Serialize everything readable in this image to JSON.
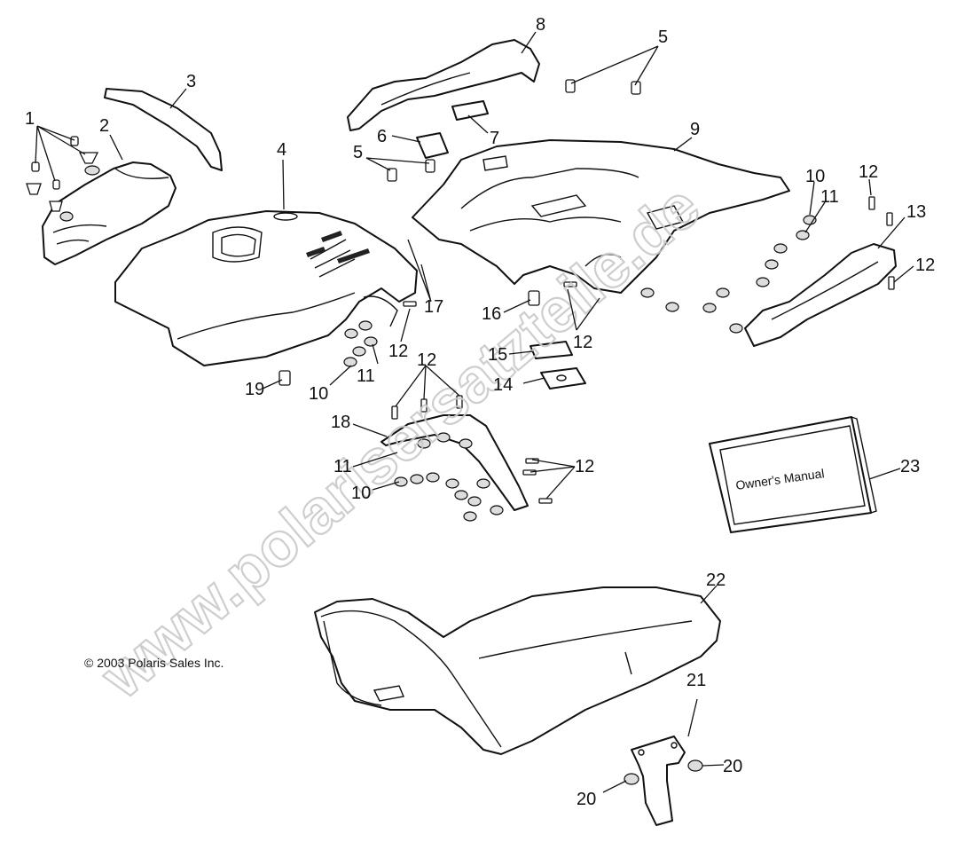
{
  "copyright": "© 2003 Polaris Sales Inc.",
  "manual_label": "Owner's Manual",
  "watermark": "www.polarisersatzteile.de",
  "callouts": {
    "c1": "1",
    "c2": "2",
    "c3": "3",
    "c4": "4",
    "c5a": "5",
    "c5b": "5",
    "c6": "6",
    "c7": "7",
    "c8": "8",
    "c9": "9",
    "c10a": "10",
    "c10b": "10",
    "c10c": "10",
    "c11a": "11",
    "c11b": "11",
    "c11c": "11",
    "c12a": "12",
    "c12b": "12",
    "c12c": "12",
    "c12d": "12",
    "c12e": "12",
    "c12f": "12",
    "c13": "13",
    "c14": "14",
    "c15": "15",
    "c16": "16",
    "c17": "17",
    "c18": "18",
    "c19": "19",
    "c20a": "20",
    "c20b": "20",
    "c21": "21",
    "c22": "22",
    "c23": "23"
  }
}
